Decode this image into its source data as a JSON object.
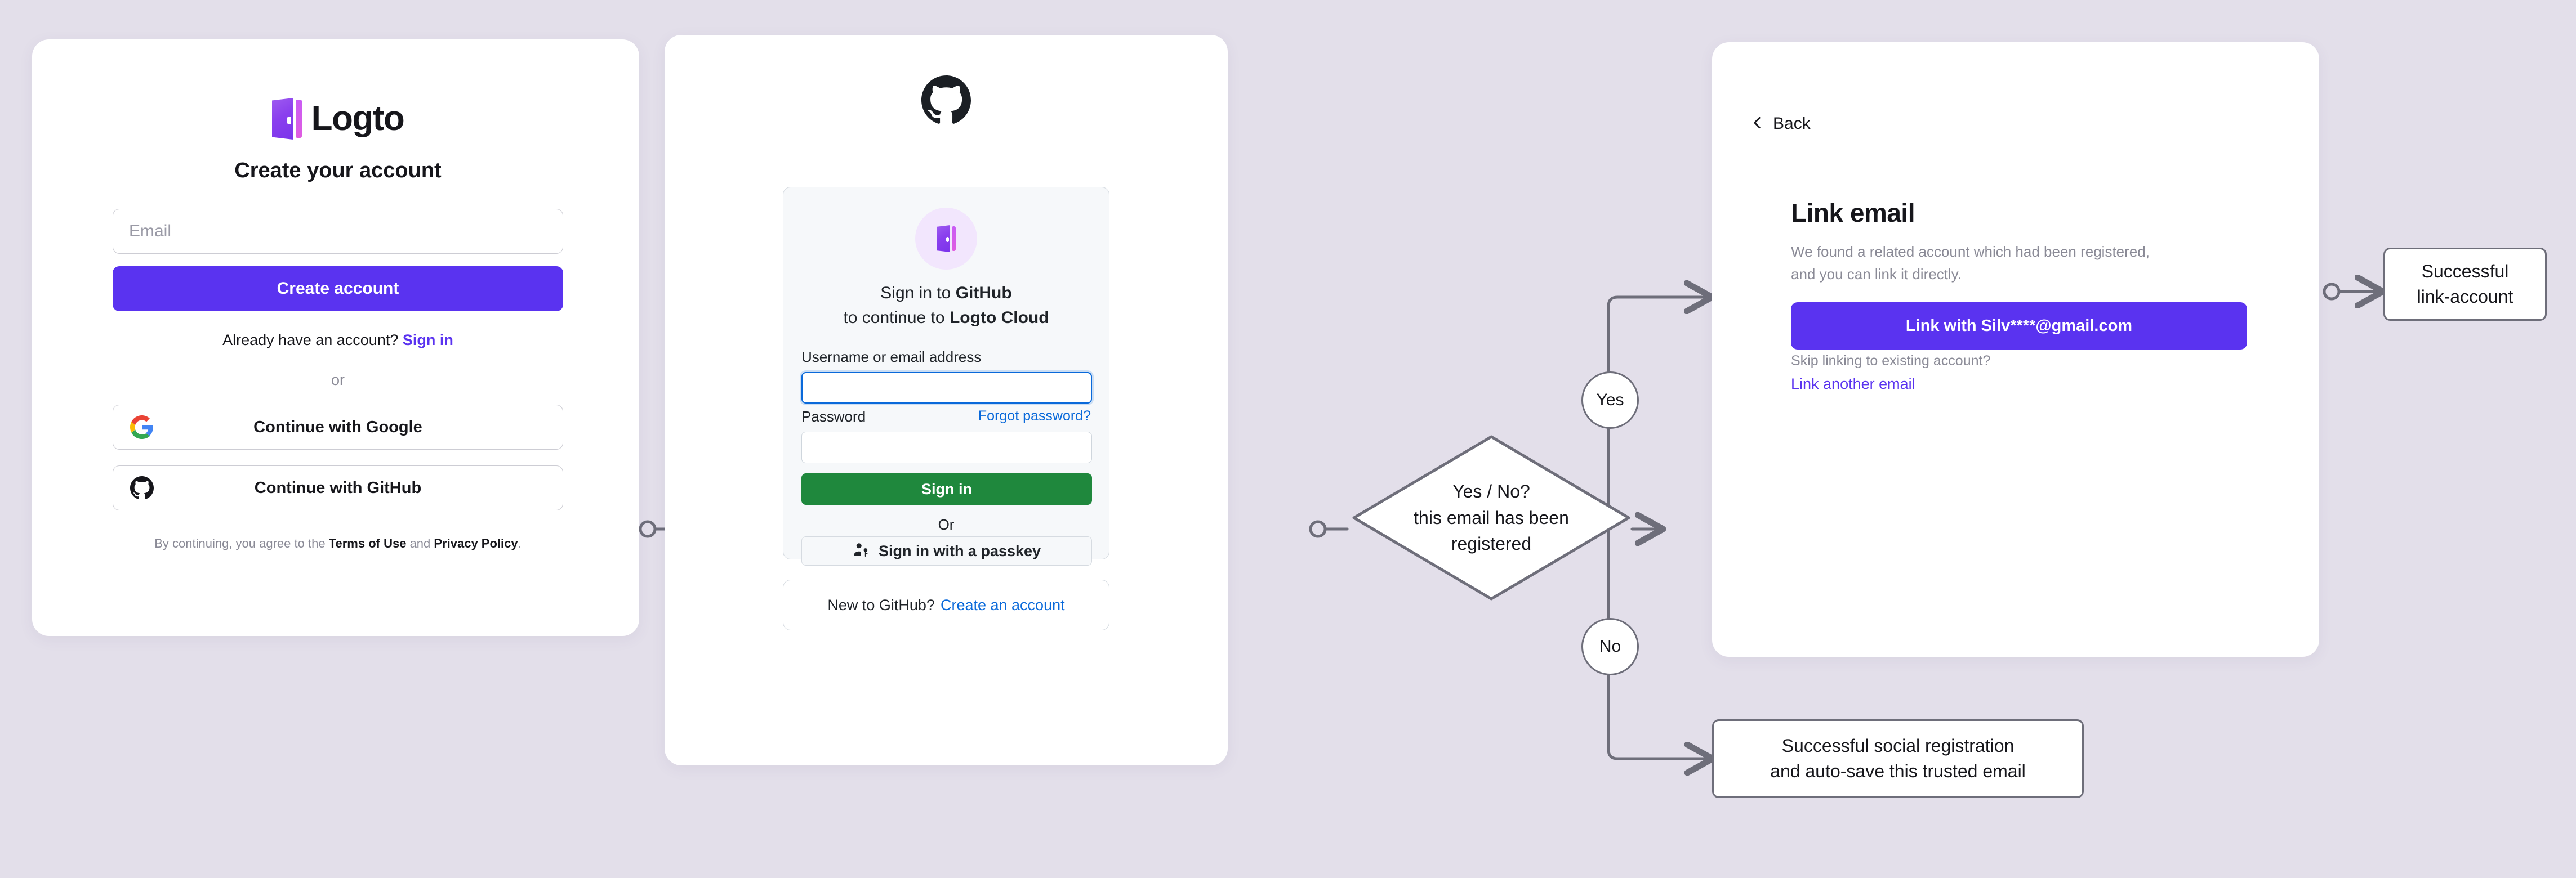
{
  "canvas": {
    "background": "#E3DFEA"
  },
  "colors": {
    "brand_purple": "#5A33F0",
    "github_green": "#1F883D",
    "github_blue": "#0969DA",
    "flow_stroke": "#6E6E7A",
    "background": "#E3DFEA"
  },
  "signup_card": {
    "brand_name": "Logto",
    "title": "Create your account",
    "email_placeholder": "Email",
    "email_value": "",
    "primary_button": "Create account",
    "have_account_text": "Already have an account?",
    "sign_in_link": "Sign in",
    "divider": "or",
    "social_buttons": [
      {
        "icon": "google-icon",
        "label": "Continue with Google"
      },
      {
        "icon": "github-icon",
        "label": "Continue with GitHub"
      }
    ],
    "legal_prefix": "By continuing, you agree to the",
    "legal_terms": "Terms of Use",
    "legal_and": "and",
    "legal_privacy": "Privacy Policy",
    "legal_suffix": "."
  },
  "github_card": {
    "headline_line1_prefix": "Sign in to",
    "headline_line1_strong": "GitHub",
    "headline_line2_prefix": "to continue to",
    "headline_line2_strong": "Logto Cloud",
    "username_label": "Username or email address",
    "username_value": "",
    "password_label": "Password",
    "password_value": "",
    "forgot_password": "Forgot password?",
    "sign_in_button": "Sign in",
    "divider": "Or",
    "passkey_button": "Sign in with a passkey",
    "new_to_github": "New to GitHub?",
    "create_account_link": "Create an account"
  },
  "link_card": {
    "back_label": "Back",
    "title": "Link email",
    "description": "We found a related account which had been registered, and you can link it directly.",
    "link_button": "Link with Silv****@gmail.com",
    "skip_text": "Skip linking to existing account?",
    "another_email_link": "Link another email"
  },
  "flow": {
    "decision_line1": "Yes / No?",
    "decision_line2": "this email has been",
    "decision_line3": "registered",
    "branch_yes": "Yes",
    "branch_no": "No",
    "outcome_link_line1": "Successful",
    "outcome_link_line2": "link-account",
    "outcome_social_line1": "Successful social registration",
    "outcome_social_line2": "and auto-save this trusted email"
  }
}
